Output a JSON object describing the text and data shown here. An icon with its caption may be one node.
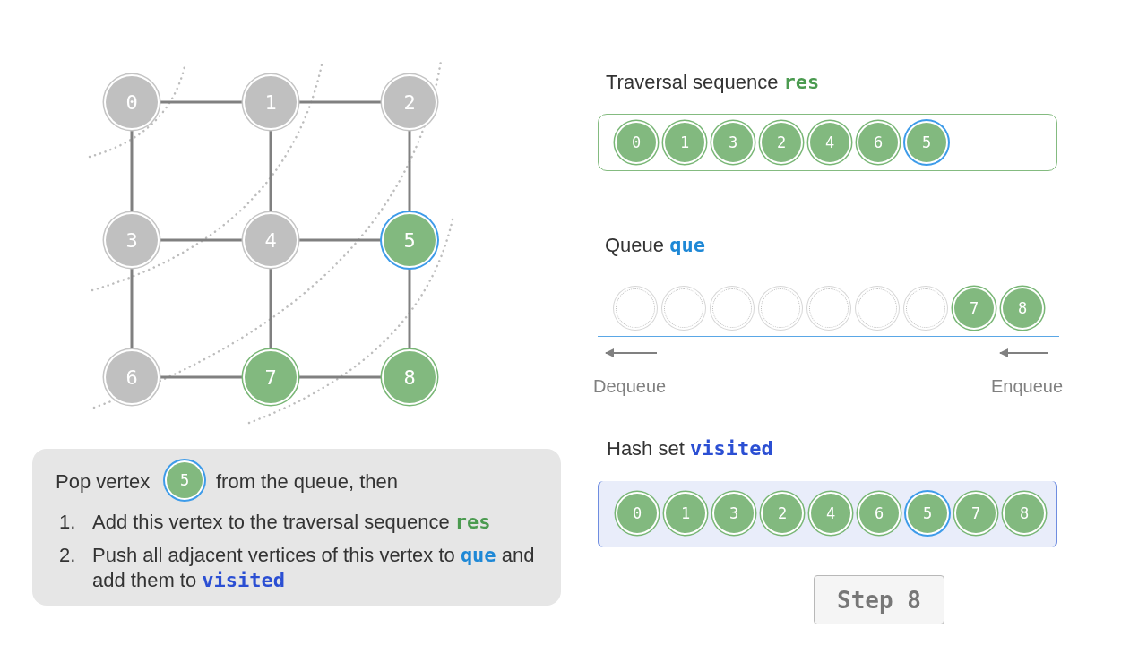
{
  "diagram": {
    "nodes": [
      {
        "text": [
          "0"
        ]
      },
      {
        "text": [
          "1"
        ]
      },
      {
        "text": [
          "2"
        ]
      },
      {
        "text": [
          "3"
        ]
      },
      {
        "text": [
          "4"
        ]
      },
      {
        "text": [
          "5"
        ]
      },
      {
        "text": [
          "6"
        ]
      },
      {
        "text": [
          "7"
        ]
      },
      {
        "text": [
          "8"
        ]
      },
      {
        "text": [
          "Pop vertex",
          "from the queue, then",
          "1.",
          "Add this vertex to the traversal sequence **res**",
          "2.",
          "Push all adjacent vertices of this vertex to **que** and add them to **visited**"
        ]
      },
      {
        "text": [
          "5"
        ],
        "in": 9
      },
      {
        "text": [
          "Traversal sequence **res**"
        ]
      },
      {
        "text": [
          "0"
        ],
        "in": 11
      },
      {
        "text": [
          "1"
        ],
        "in": 11
      },
      {
        "text": [
          "3"
        ],
        "in": 11
      },
      {
        "text": [
          "2"
        ],
        "in": 11
      },
      {
        "text": [
          "4"
        ],
        "in": 11
      },
      {
        "text": [
          "6"
        ],
        "in": 11
      },
      {
        "text": [
          "5"
        ],
        "in": 11
      },
      {
        "text": [
          "Queue **que**"
        ],
        "beside": [
          "Dequeue",
          "Enqueue"
        ]
      },
      {
        "text": [],
        "shape": "circle",
        "in": 19
      },
      {
        "text": [],
        "shape": "circle",
        "in": 19
      },
      {
        "text": [],
        "shape": "circle",
        "in": 19
      },
      {
        "text": [],
        "shape": "circle",
        "in": 19
      },
      {
        "text": [],
        "shape": "circle",
        "in": 19
      },
      {
        "text": [],
        "shape": "circle",
        "in": 19
      },
      {
        "text": [],
        "shape": "circle",
        "in": 19
      },
      {
        "text": [
          "7"
        ],
        "in": 19
      },
      {
        "text": [
          "8"
        ],
        "in": 19
      },
      {
        "text": [
          "Hash set **visited**"
        ]
      },
      {
        "text": [
          "0"
        ],
        "in": 29
      },
      {
        "text": [
          "1"
        ],
        "in": 29
      },
      {
        "text": [
          "3"
        ],
        "in": 29
      },
      {
        "text": [
          "2"
        ],
        "in": 29
      },
      {
        "text": [
          "4"
        ],
        "in": 29
      },
      {
        "text": [
          "6"
        ],
        "in": 29
      },
      {
        "text": [
          "5"
        ],
        "in": 29
      },
      {
        "text": [
          "7"
        ],
        "in": 29
      },
      {
        "text": [
          "8"
        ],
        "in": 29
      },
      {
        "text": [
          "Step 8"
        ]
      }
    ],
    "edges": [
      {
        "from": 0,
        "to": 1,
        "arrow": "none"
      },
      {
        "from": 1,
        "to": 2,
        "arrow": "none"
      },
      {
        "from": 0,
        "to": 3,
        "arrow": "none"
      },
      {
        "from": 1,
        "to": 4,
        "arrow": "none"
      },
      {
        "from": 2,
        "to": 5,
        "arrow": "none"
      },
      {
        "from": 3,
        "to": 4,
        "arrow": "none"
      },
      {
        "from": 4,
        "to": 5,
        "arrow": "none"
      },
      {
        "from": 3,
        "to": 6,
        "arrow": "none"
      },
      {
        "from": 4,
        "to": 7,
        "arrow": "none"
      },
      {
        "from": 5,
        "to": 8,
        "arrow": "none"
      },
      {
        "from": 6,
        "to": 7,
        "arrow": "none"
      },
      {
        "from": 7,
        "to": 8,
        "arrow": "none"
      }
    ]
  }
}
